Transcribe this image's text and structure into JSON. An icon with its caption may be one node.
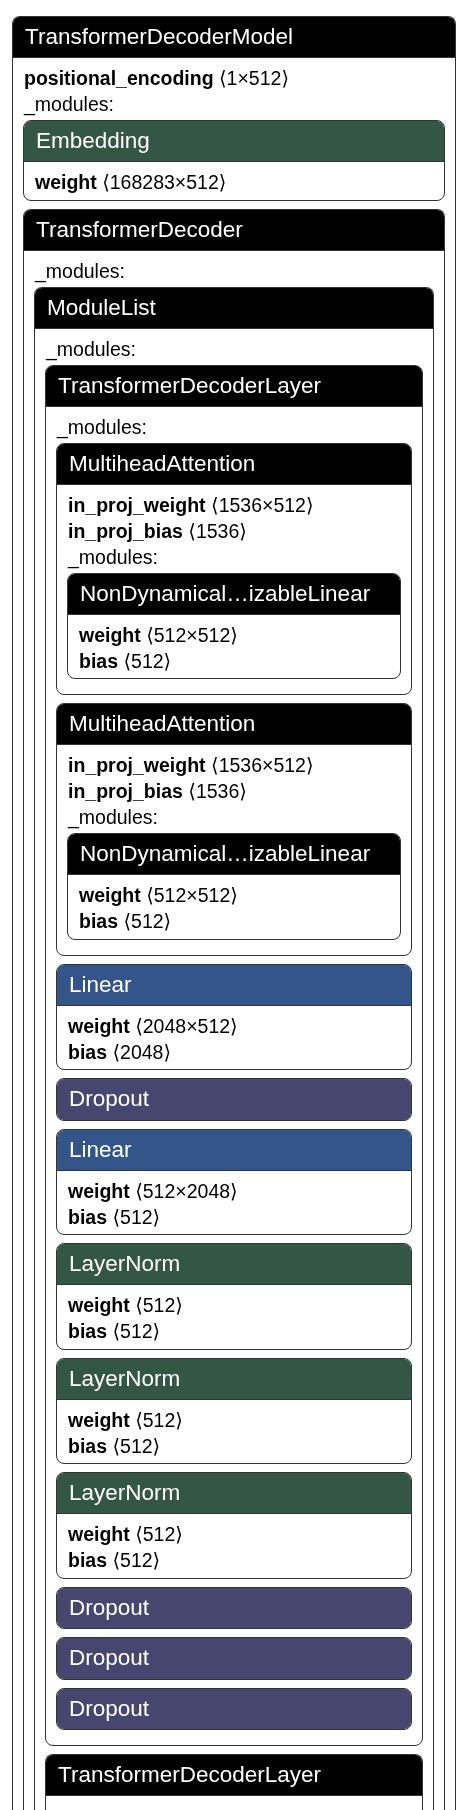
{
  "diagram": {
    "nodes": [
      {
        "text": [
          "TransformerDecoderModel",
          "**positional_encoding** ⟨1×512⟩",
          "_modules:"
        ]
      },
      {
        "text": [
          "Embedding",
          "**weight** ⟨168283×512⟩"
        ],
        "in": 0
      },
      {
        "text": [
          "TransformerDecoder",
          "_modules:"
        ],
        "in": 0
      },
      {
        "text": [
          "ModuleList",
          "_modules:"
        ],
        "in": 2
      },
      {
        "text": [
          "TransformerDecoderLayer",
          "_modules:"
        ],
        "in": 3
      },
      {
        "text": [
          "MultiheadAttention",
          "**in_proj_weight** ⟨1536×512⟩",
          "**in_proj_bias** ⟨1536⟩",
          "_modules:"
        ],
        "in": 4
      },
      {
        "text": [
          "NonDynamical…izableLinear",
          "**weight** ⟨512×512⟩",
          "**bias** ⟨512⟩"
        ],
        "in": 5
      },
      {
        "text": [
          "MultiheadAttention",
          "**in_proj_weight** ⟨1536×512⟩",
          "**in_proj_bias** ⟨1536⟩",
          "_modules:"
        ],
        "in": 4
      },
      {
        "text": [
          "NonDynamical…izableLinear",
          "**weight** ⟨512×512⟩",
          "**bias** ⟨512⟩"
        ],
        "in": 7
      },
      {
        "text": [
          "Linear",
          "**weight** ⟨2048×512⟩",
          "**bias** ⟨2048⟩"
        ],
        "in": 4
      },
      {
        "text": [
          "Dropout"
        ],
        "in": 4
      },
      {
        "text": [
          "Linear",
          "**weight** ⟨512×2048⟩",
          "**bias** ⟨512⟩"
        ],
        "in": 4
      },
      {
        "text": [
          "LayerNorm",
          "**weight** ⟨512⟩",
          "**bias** ⟨512⟩"
        ],
        "in": 4
      },
      {
        "text": [
          "LayerNorm",
          "**weight** ⟨512⟩",
          "**bias** ⟨512⟩"
        ],
        "in": 4
      },
      {
        "text": [
          "LayerNorm",
          "**weight** ⟨512⟩",
          "**bias** ⟨512⟩"
        ],
        "in": 4
      },
      {
        "text": [
          "Dropout"
        ],
        "in": 4
      },
      {
        "text": [
          "Dropout"
        ],
        "in": 4
      },
      {
        "text": [
          "Dropout"
        ],
        "in": 4
      },
      {
        "text": [
          "TransformerDecoderLayer"
        ],
        "in": 3
      }
    ]
  }
}
